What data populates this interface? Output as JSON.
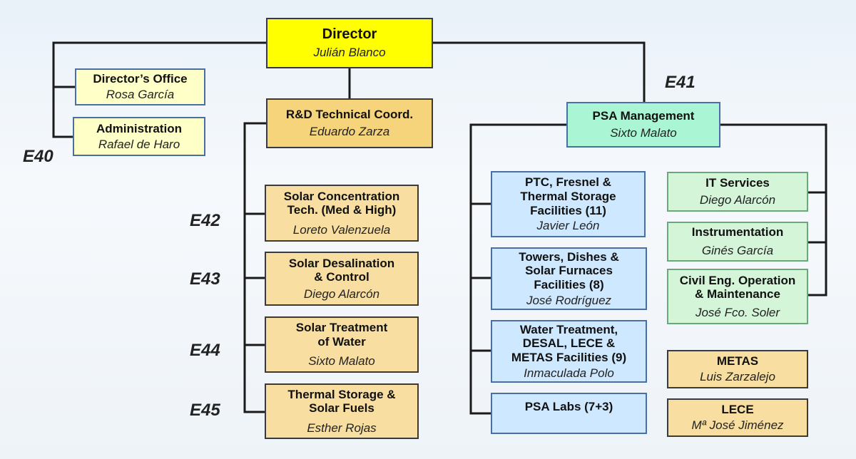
{
  "director": {
    "title": "Director",
    "name": "Julián Blanco"
  },
  "directors_office": {
    "title": "Director’s Office",
    "name": "Rosa García"
  },
  "administration": {
    "title": "Administration",
    "name": "Rafael de Haro"
  },
  "rd_coord": {
    "title": "R&D Technical Coord.",
    "name": "Eduardo Zarza"
  },
  "psa_management": {
    "title": "PSA Management",
    "name": "Sixto Malato"
  },
  "units": [
    {
      "title": "Solar Concentration\nTech. (Med & High)",
      "name": "Loreto Valenzuela"
    },
    {
      "title": "Solar Desalination\n& Control",
      "name": "Diego Alarcón"
    },
    {
      "title": "Solar Treatment\nof Water",
      "name": "Sixto Malato"
    },
    {
      "title": "Thermal Storage &\nSolar Fuels",
      "name": "Esther Rojas"
    }
  ],
  "facilities": [
    {
      "title": "PTC, Fresnel &\nThermal Storage\nFacilities (11)",
      "name": "Javier León"
    },
    {
      "title": "Towers, Dishes &\nSolar Furnaces\nFacilities (8)",
      "name": "José Rodríguez"
    },
    {
      "title": "Water Treatment,\nDESAL, LECE &\nMETAS Facilities (9)",
      "name": "Inmaculada Polo"
    },
    {
      "title": "PSA Labs (7+3)",
      "name": ""
    }
  ],
  "services": [
    {
      "title": "IT Services",
      "name": "Diego Alarcón"
    },
    {
      "title": "Instrumentation",
      "name": "Ginés García"
    },
    {
      "title": "Civil Eng. Operation\n& Maintenance",
      "name": "José Fco. Soler"
    }
  ],
  "metas": {
    "title": "METAS",
    "name": "Luis Zarzalejo"
  },
  "lece": {
    "title": "LECE",
    "name": "Mª José Jiménez"
  },
  "codes": {
    "e40": "E40",
    "e41": "E41",
    "e42": "E42",
    "e43": "E43",
    "e44": "E44",
    "e45": "E45"
  }
}
